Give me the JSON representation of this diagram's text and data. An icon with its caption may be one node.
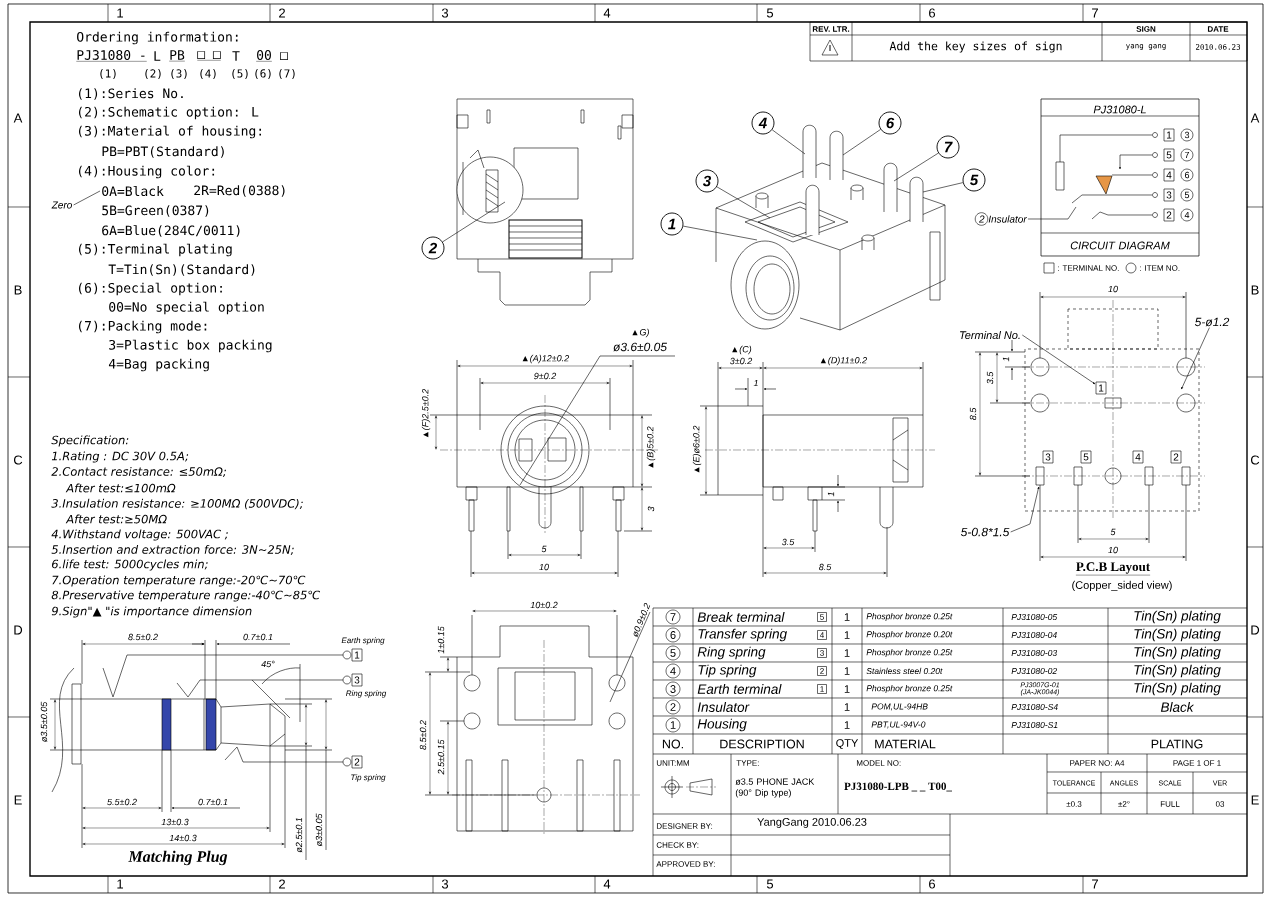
{
  "diagram": {
    "nodes": [
      {
        "text": [
          "Zero"
        ]
      },
      {
        "text": [
          "2"
        ]
      },
      {
        "text": [
          "4"
        ]
      },
      {
        "text": [
          "6"
        ]
      },
      {
        "text": [
          "3"
        ]
      },
      {
        "text": [
          "7"
        ]
      },
      {
        "text": [
          "5"
        ]
      },
      {
        "text": [
          "1"
        ]
      },
      {
        "text": [
          "PJ31080-L",
          "CIRCUIT DIAGRAM"
        ]
      },
      {
        "text": [
          "2",
          "Insulator"
        ]
      },
      {
        "text": [
          "Terminal No."
        ]
      },
      {
        "text": [
          "1"
        ]
      },
      {
        "text": [
          "5-ø1.2"
        ]
      },
      {
        "text": [
          "5-0.8*1.5"
        ]
      },
      {
        "text": [
          "1"
        ],
        "beside": [
          "Earth spring"
        ]
      },
      {
        "text": [
          "3"
        ],
        "beside": [
          "Ring spring"
        ]
      },
      {
        "text": [
          "2"
        ],
        "beside": [
          "Tip spring"
        ]
      },
      {
        "text": [
          "0A=Black"
        ]
      }
    ],
    "edges": [
      {
        "from": 0,
        "to": 17,
        "arrow": "none"
      },
      {
        "from": 1,
        "to": null,
        "arrow": "none"
      },
      {
        "from": 2,
        "to": null,
        "arrow": "none"
      },
      {
        "from": 3,
        "to": null,
        "arrow": "none"
      },
      {
        "from": 4,
        "to": null,
        "arrow": "none"
      },
      {
        "from": 5,
        "to": null,
        "arrow": "none"
      },
      {
        "from": 6,
        "to": null,
        "arrow": "none"
      },
      {
        "from": 7,
        "to": null,
        "arrow": "none"
      },
      {
        "from": 9,
        "to": 8,
        "arrow": "none"
      },
      {
        "from": 10,
        "to": 11,
        "arrow": "to"
      },
      {
        "from": 12,
        "to": null,
        "arrow": "to"
      },
      {
        "from": 13,
        "to": null,
        "arrow": "to"
      },
      {
        "from": null,
        "to": 14,
        "arrow": "none"
      },
      {
        "from": null,
        "to": 15,
        "arrow": "none"
      },
      {
        "from": null,
        "to": 16,
        "arrow": "none"
      }
    ],
    "labels": [
      "1",
      "2",
      "3",
      "4",
      "5",
      "6",
      "7",
      "A",
      "B",
      "C",
      "D",
      "E",
      "A",
      "B",
      "C",
      "D",
      "E",
      "1",
      "2",
      "3",
      "4",
      "5",
      "6",
      "7",
      "REV. LTR.",
      "SIGN",
      "DATE",
      "Add the key sizes of sign",
      "yang gang",
      "2010.06.23",
      "Ordering information:",
      "PJ31080 -",
      "L",
      "PB",
      "□ □",
      "T",
      "00",
      "□",
      "(1)",
      "(2)",
      "(3)",
      "(4)",
      "(5)",
      "(6)",
      "(7)",
      "(1):Series No.",
      "(2):Schematic option: L",
      "(3):Material of housing:",
      "PB=PBT(Standard)",
      "(4):Housing color:",
      "2R=Red(0388)",
      "5B=Green(0387)",
      "6A=Blue(284C/0011)",
      "(5):Terminal plating",
      "T=Tin(Sn)(Standard)",
      "(6):Special option:",
      "00=No special option",
      "(7):Packing mode:",
      "3=Plastic box packing",
      "4=Bag packing",
      "Specification:",
      "1.Rating : DC 30V 0.5A;",
      "2.Contact resistance: ≤50mΩ;",
      "After test:≤100mΩ",
      "3.Insulation resistance: ≥100MΩ (500VDC);",
      "After test:≥50MΩ",
      "4.Withstand voltage: 500VAC ;",
      "5.Insertion and extraction force: 3N~25N;",
      "6.life test: 5000cycles min;",
      "7.Operation temperature range:-20℃~70℃",
      "8.Preservative temperature range:-40℃~85℃",
      "9.Sign\"▲ \"is importance dimension",
      "8.5±0.2",
      "0.7±0.1",
      "45°",
      "ø3.5±0.05",
      "5.5±0.2",
      "0.7±0.1",
      "13±0.3",
      "14±0.3",
      "ø2.5±0.1",
      "ø3±0.05",
      "Matching Plug",
      "1",
      "3",
      "5",
      "7",
      "4",
      "6",
      "3",
      "5",
      "2",
      "4",
      "▲G)",
      "ø3.6±0.05",
      "▲(A)12±0.2",
      "9±0.2",
      "▲(F)2.5±0.2",
      "▲(B)5±0.2",
      "3",
      "5",
      "10",
      "▲(C)",
      "3±0.2",
      "▲(D)11±0.2",
      "1",
      "▲(E)ø6±0.2",
      "1",
      "3.5",
      "8.5",
      "10",
      "1",
      "3.5",
      "8.5",
      "3",
      "5",
      "4",
      "2",
      "5",
      "10",
      "P.C.B Layout",
      "(Copper_sided view)",
      "10±0.2",
      "ø0.9±0.2",
      "1±0.15",
      "8.5±0.2",
      "2.5±0.15",
      "7",
      "Break terminal",
      "5",
      "1",
      "Phosphor bronze 0.25t",
      "PJ31080-05",
      "Tin(Sn) plating",
      "6",
      "Transfer spring",
      "4",
      "1",
      "Phosphor bronze 0.20t",
      "PJ31080-04",
      "Tin(Sn) plating",
      "5",
      "Ring spring",
      "3",
      "1",
      "Phosphor bronze 0.25t",
      "PJ31080-03",
      "Tin(Sn) plating",
      "4",
      "Tip spring",
      "2",
      "1",
      "Stainless steel 0.20t",
      "PJ31080-02",
      "Tin(Sn) plating",
      "3",
      "Earth terminal",
      "1",
      "1",
      "Phosphor bronze 0.25t",
      "PJ3007G-01 (JA-JK0044)",
      "Tin(Sn) plating",
      "2",
      "Insulator",
      "1",
      "POM,UL-94HB",
      "PJ31080-S4",
      "Black",
      "1",
      "Housing",
      "1",
      "PBT,UL-94V-0",
      "PJ31080-S1",
      "NO.",
      "DESCRIPTION",
      "QTY",
      "MATERIAL",
      "PLATING",
      "UNIT:MM",
      "TYPE:",
      "MODEL NO:",
      "PAPER NO: A4",
      "PAGE 1 OF 1",
      "ø3.5 PHONE JACK (90° Dip type)",
      "PJ31080-LPB _ _ T00_",
      "TOLERANCE",
      "ANGLES",
      "SCALE",
      "VER",
      "±0.3",
      "±2°",
      "FULL",
      "03",
      "DESIGNER BY:",
      "YangGang 2010.06.23",
      "CHECK BY:",
      "APPROVED BY:"
    ],
    "legend": [
      {
        "text": ": TERMINAL NO."
      },
      {
        "text": ": ITEM NO."
      }
    ]
  }
}
